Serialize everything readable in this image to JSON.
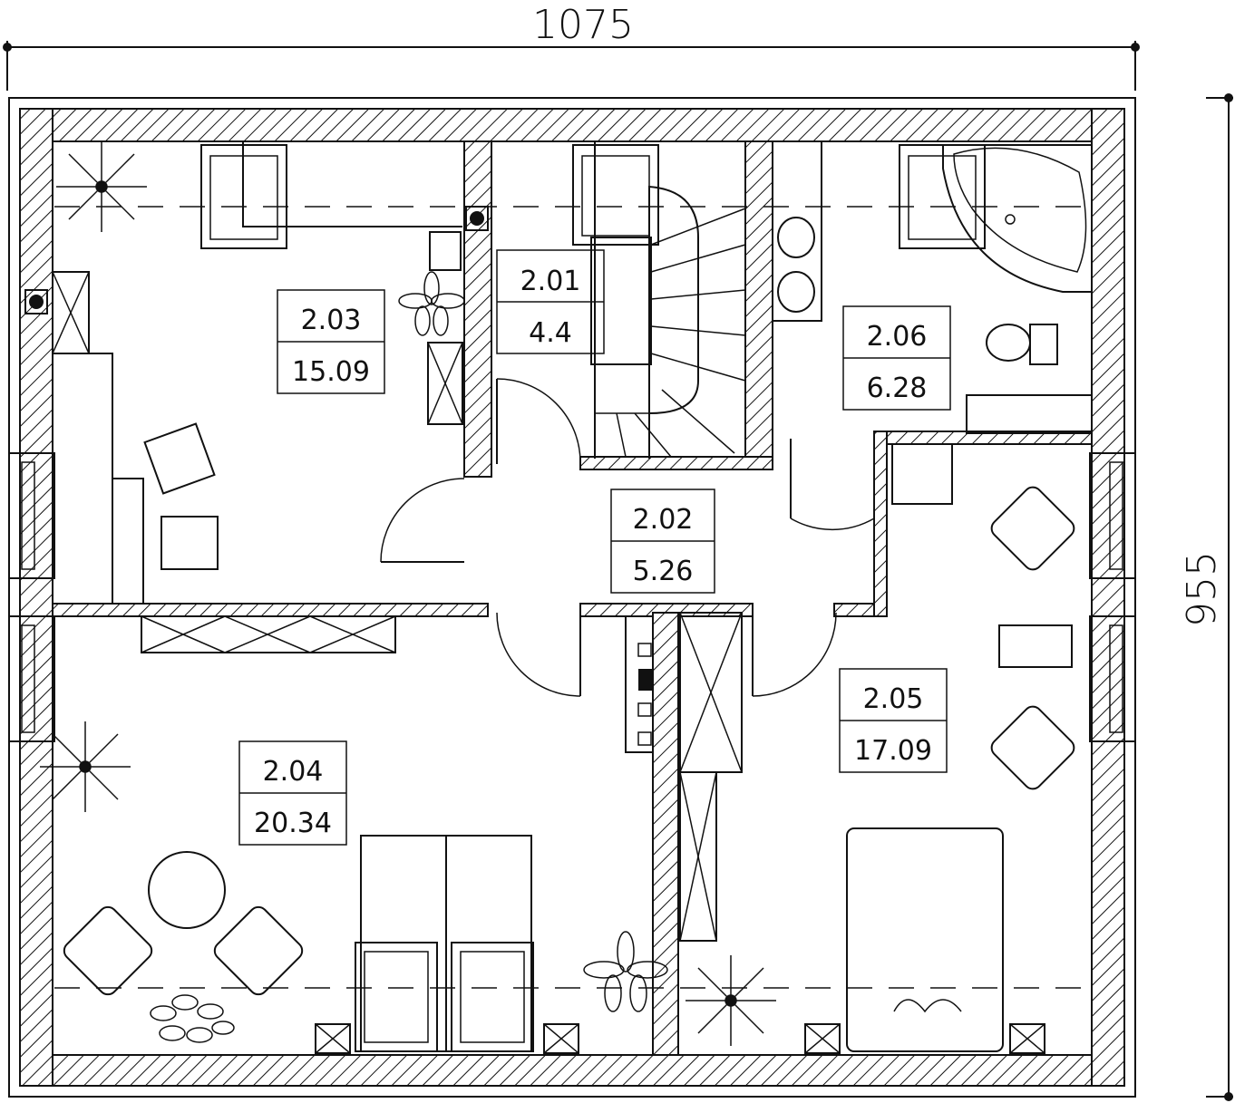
{
  "dimensions": {
    "width_label": "1075",
    "height_label": "955"
  },
  "rooms": [
    {
      "id": "2.01",
      "area": "4.4"
    },
    {
      "id": "2.02",
      "area": "5.26"
    },
    {
      "id": "2.03",
      "area": "15.09"
    },
    {
      "id": "2.04",
      "area": "20.34"
    },
    {
      "id": "2.05",
      "area": "17.09"
    },
    {
      "id": "2.06",
      "area": "6.28"
    }
  ]
}
